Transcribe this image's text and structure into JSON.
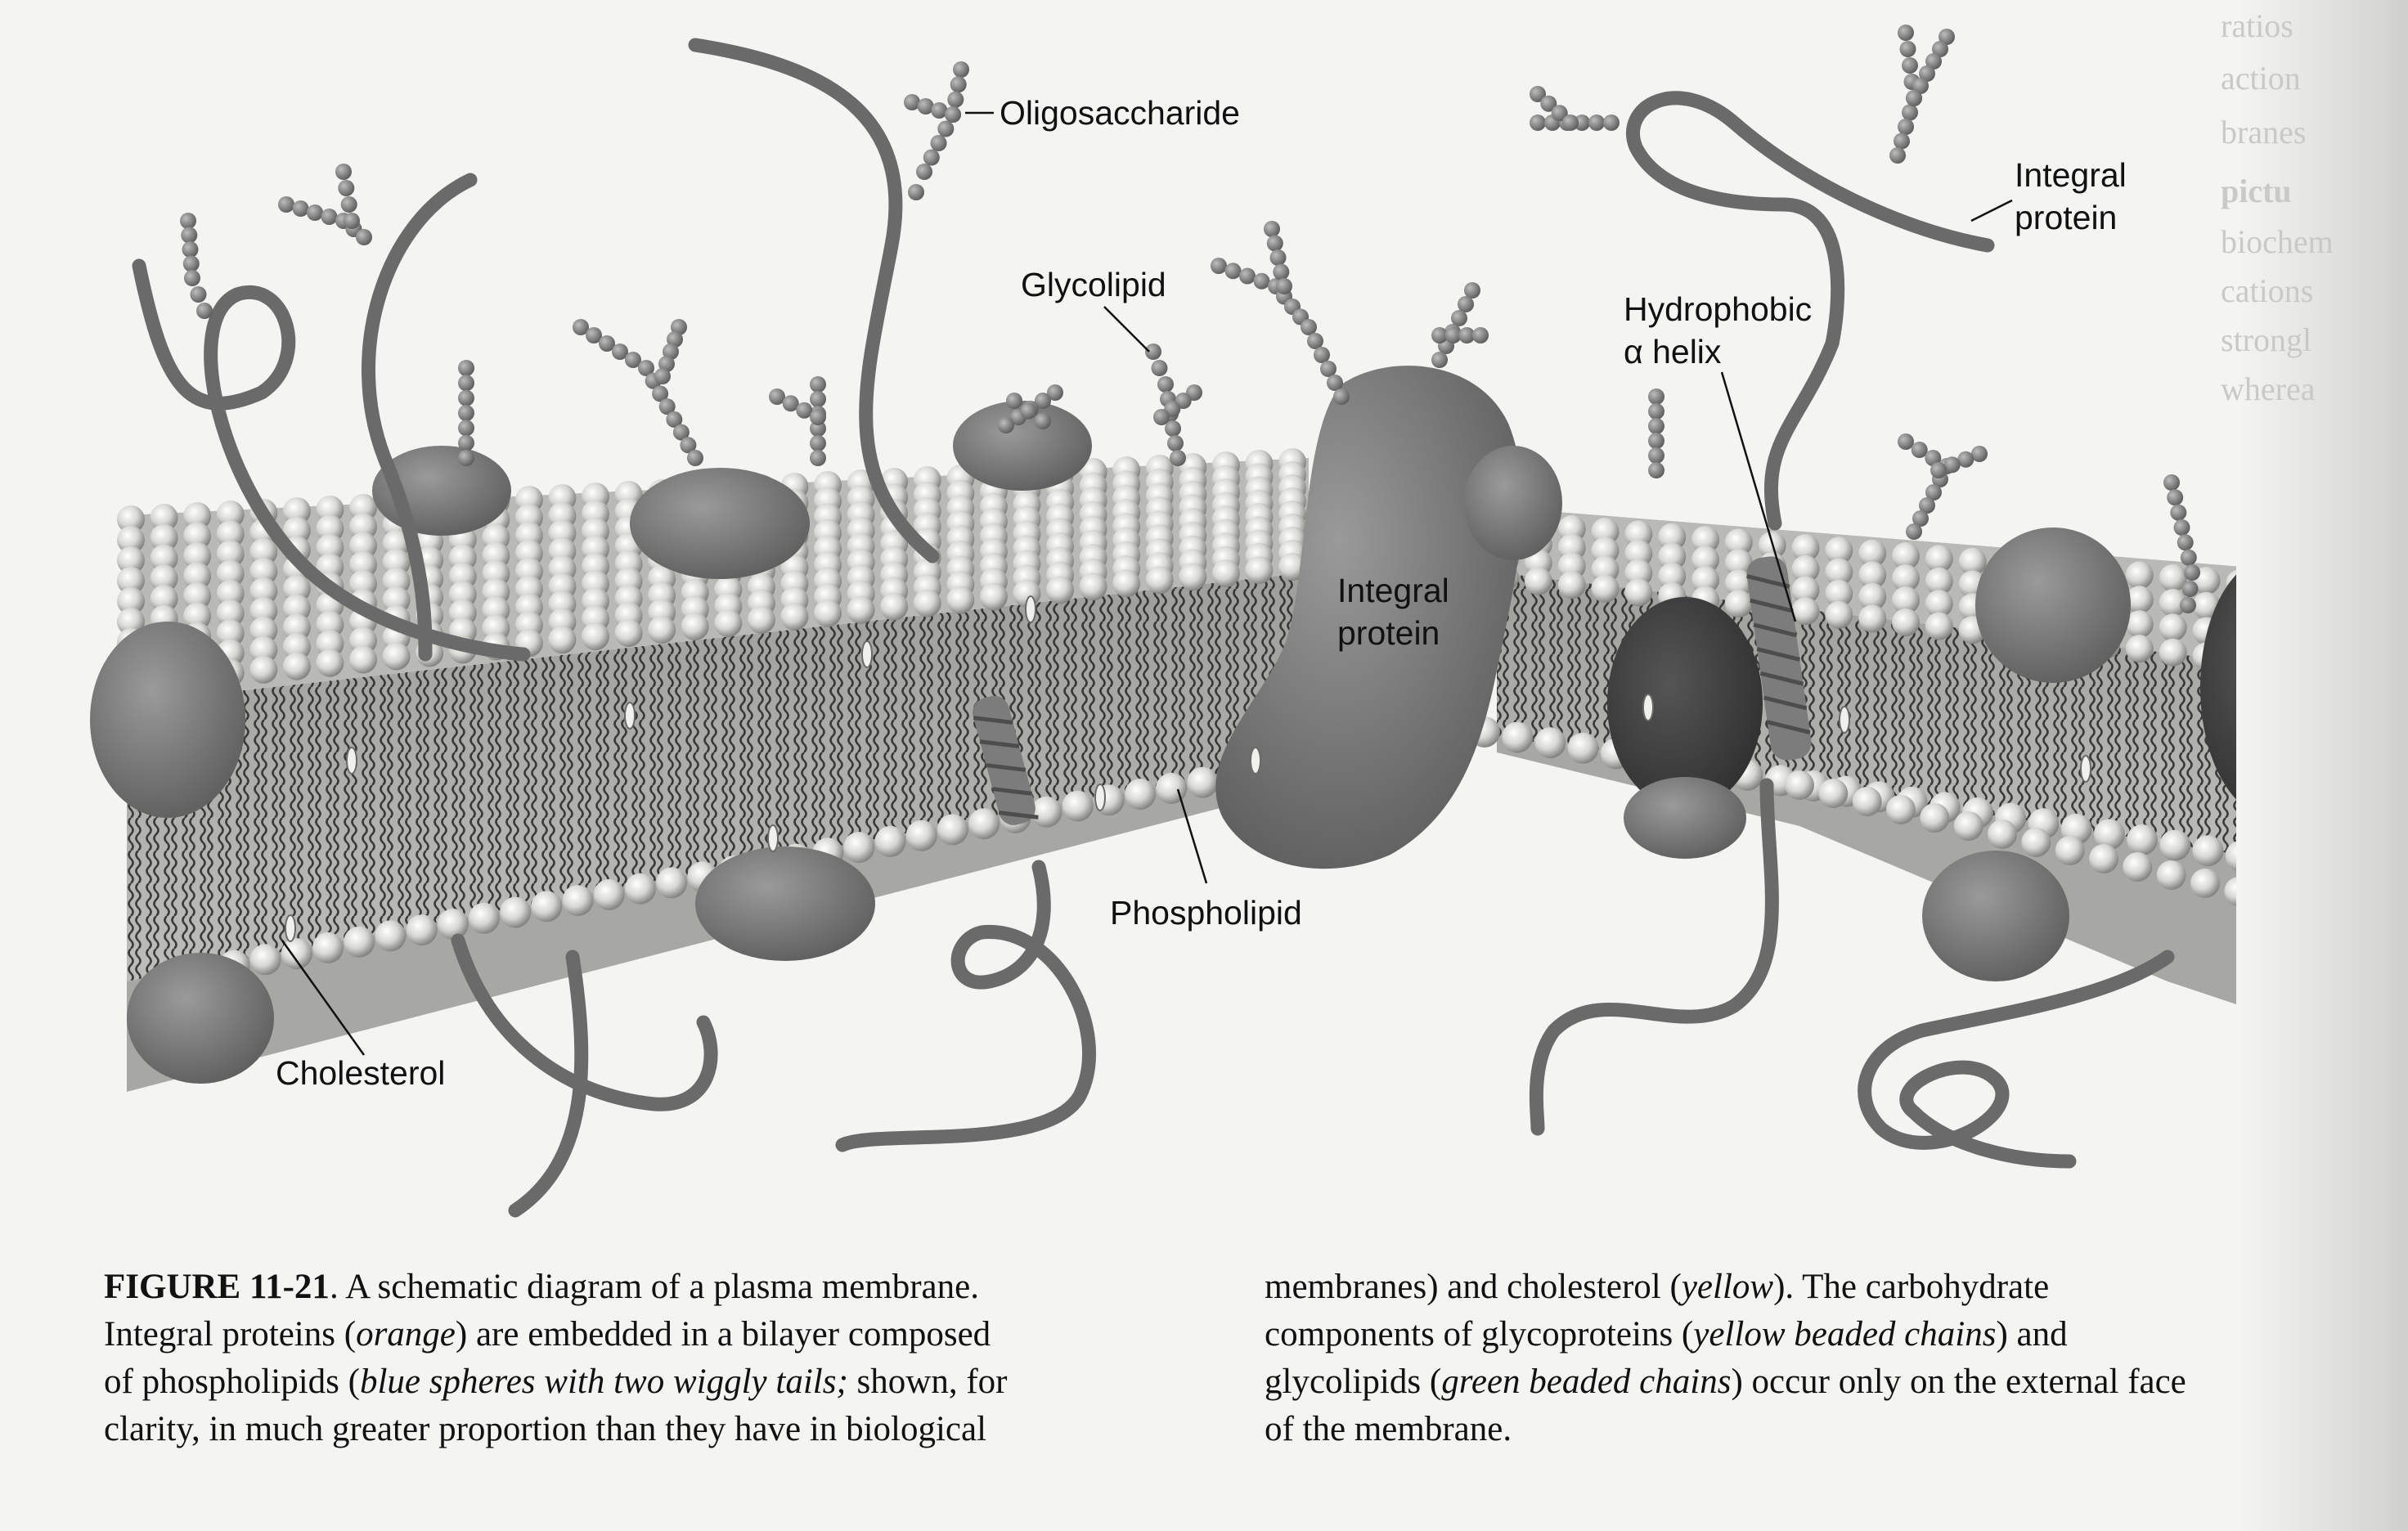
{
  "labels": {
    "oligosaccharide": "Oligosaccharide",
    "glycolipid": "Glycolipid",
    "integral_protein_right_line1": "Integral",
    "integral_protein_right_line2": "protein",
    "hydrophobic_helix_line1": "Hydrophobic",
    "hydrophobic_helix_line2": "α helix",
    "integral_protein_center_line1": "Integral",
    "integral_protein_center_line2": "protein",
    "phospholipid": "Phospholipid",
    "cholesterol": "Cholesterol"
  },
  "caption": {
    "figure_label": "FIGURE 11-21",
    "left_col_line1_rest": ".   A schematic diagram of a plasma membrane.",
    "left_col_line2_a": "Integral proteins (",
    "left_col_line2_italic": "orange",
    "left_col_line2_b": ") are embedded in a bilayer composed",
    "left_col_line3_a": "of phospholipids (",
    "left_col_line3_italic": "blue spheres with two wiggly tails;",
    "left_col_line3_b": " shown, for",
    "left_col_line4": "clarity, in much greater proportion than they have in biological",
    "right_col_line1_a": "membranes) and cholesterol (",
    "right_col_line1_italic": "yellow",
    "right_col_line1_b": "). The carbohydrate",
    "right_col_line2_a": "components of glycoproteins (",
    "right_col_line2_italic": "yellow beaded chains",
    "right_col_line2_b": ") and",
    "right_col_line3_a": "glycolipids (",
    "right_col_line3_italic": "green beaded chains",
    "right_col_line3_b": ") occur only on the external face",
    "right_col_line4": "of the membrane."
  },
  "bleed_through": [
    "ratios",
    "action",
    "branes",
    "pictu",
    "biochem",
    "cations",
    "strongl",
    "wherea"
  ],
  "colors": {
    "background": "#f4f4f2",
    "protein": "#7a7a7a",
    "protein_dark": "#4a4a4a",
    "head_group": "#d8d8d4",
    "head_shadow": "#8c8c88",
    "tail": "#262626",
    "chain": "#6f6f6f",
    "text": "#111111"
  }
}
